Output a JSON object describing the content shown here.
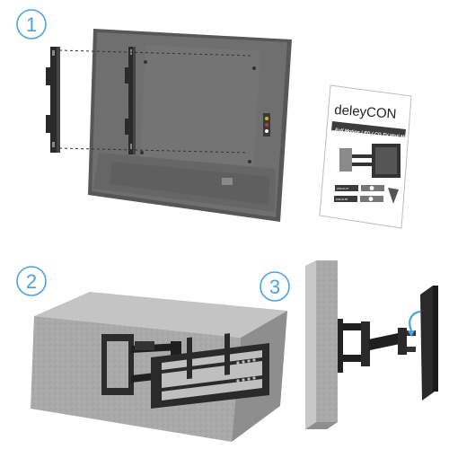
{
  "steps": [
    {
      "number": "1"
    },
    {
      "number": "2"
    },
    {
      "number": "3"
    }
  ],
  "manual": {
    "brand": "deleyCON",
    "subtitle": "Full Motion LED,LCD TV Wall Mount",
    "model_a": "WM-M-47",
    "model_b": "WM-M-55"
  },
  "colors": {
    "accent": "#4aa3df",
    "tv": "#6f6f6f",
    "bracket": "#2a2a2a",
    "wall": "#a9a9a9"
  }
}
